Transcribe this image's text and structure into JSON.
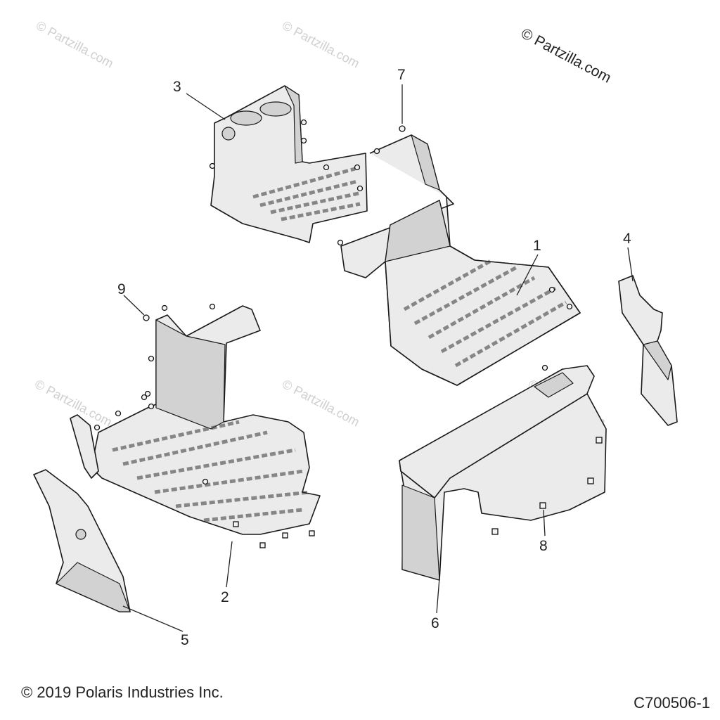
{
  "brand_mark": "© Partzilla.com",
  "watermark": "© Partzilla.com",
  "copyright": "© 2019 Polaris Industries Inc.",
  "figure_id": "C700506-1",
  "callouts": {
    "c1": "1",
    "c2": "2",
    "c3": "3",
    "c4": "4",
    "c5": "5",
    "c6": "6",
    "c7": "7",
    "c8": "8",
    "c9": "9"
  }
}
